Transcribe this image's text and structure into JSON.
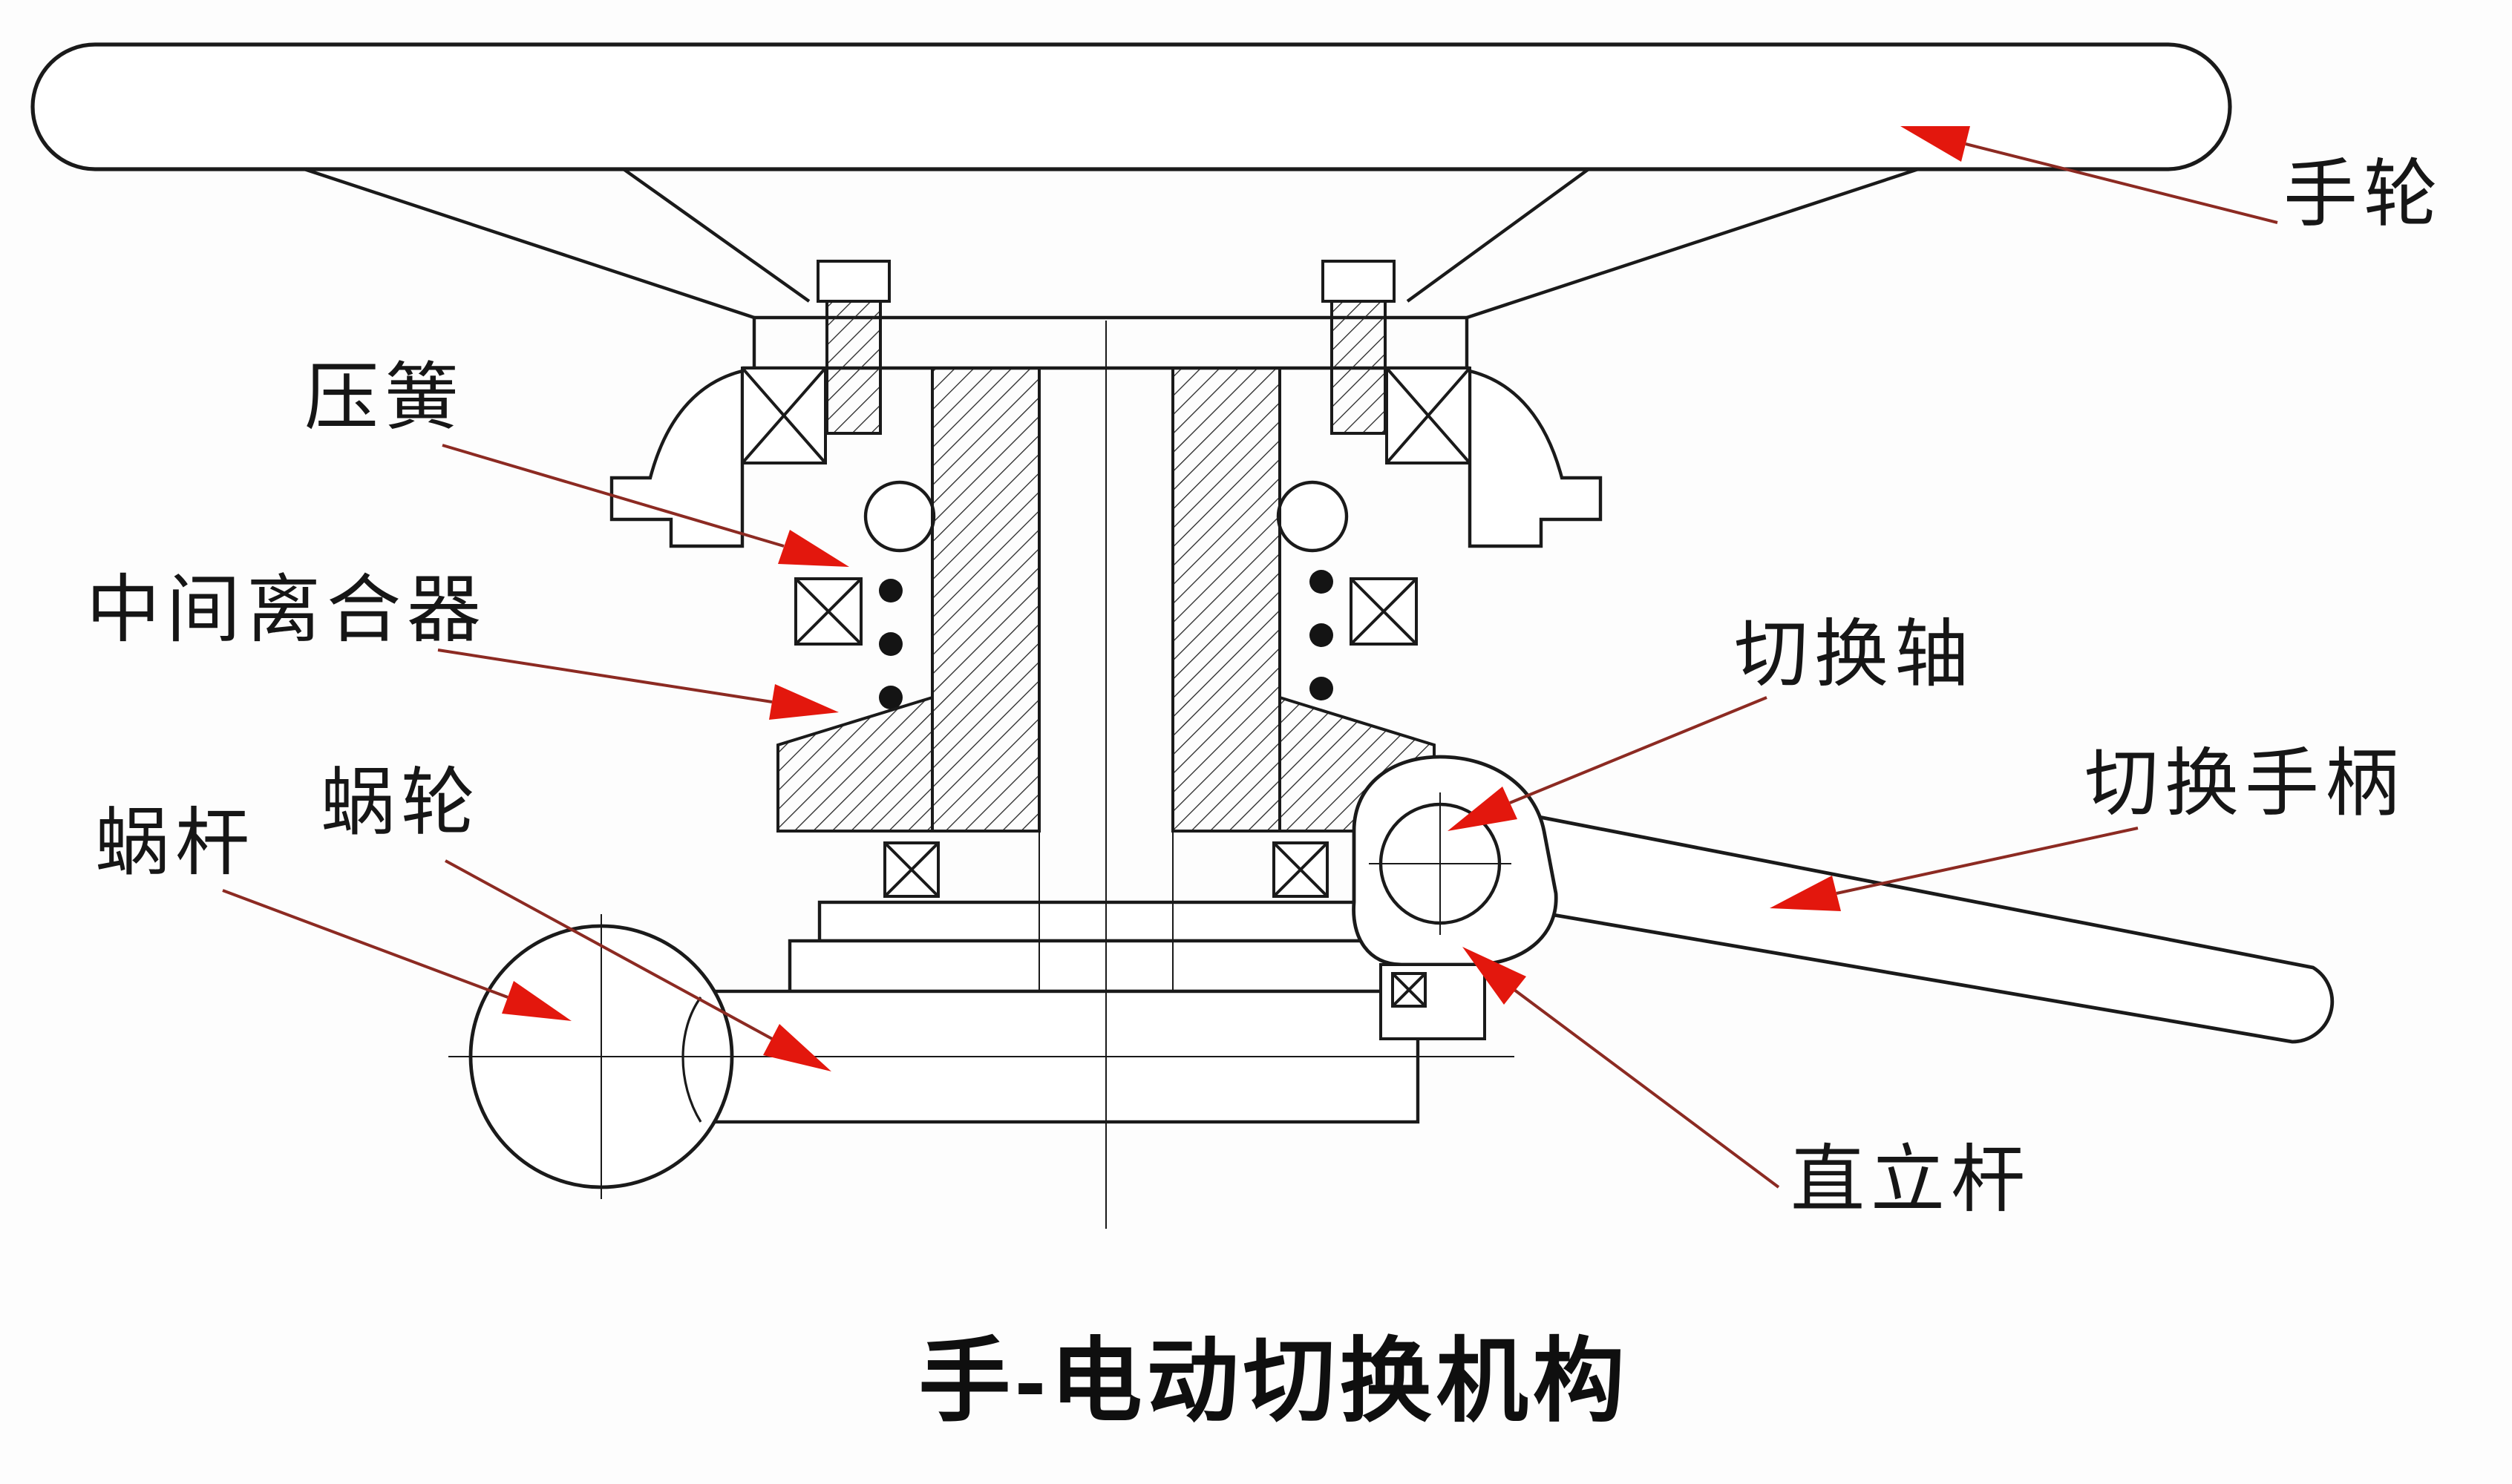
{
  "diagram": {
    "title": "手-电动切换机构",
    "labels": [
      {
        "id": "handwheel",
        "text": "手轮"
      },
      {
        "id": "compression-spring",
        "text": "压簧"
      },
      {
        "id": "intermediate-clutch",
        "text": "中间离合器"
      },
      {
        "id": "worm",
        "text": "蜗杆"
      },
      {
        "id": "worm-wheel",
        "text": "蜗轮"
      },
      {
        "id": "switching-shaft",
        "text": "切换轴"
      },
      {
        "id": "switching-handle",
        "text": "切换手柄"
      },
      {
        "id": "vertical-rod",
        "text": "直立杆"
      }
    ],
    "colors": {
      "line": "#1a1a1a",
      "leader_line": "#8c2a22",
      "arrow": "#e3170d",
      "background": "#fdfdfd",
      "text": "#161616"
    }
  }
}
